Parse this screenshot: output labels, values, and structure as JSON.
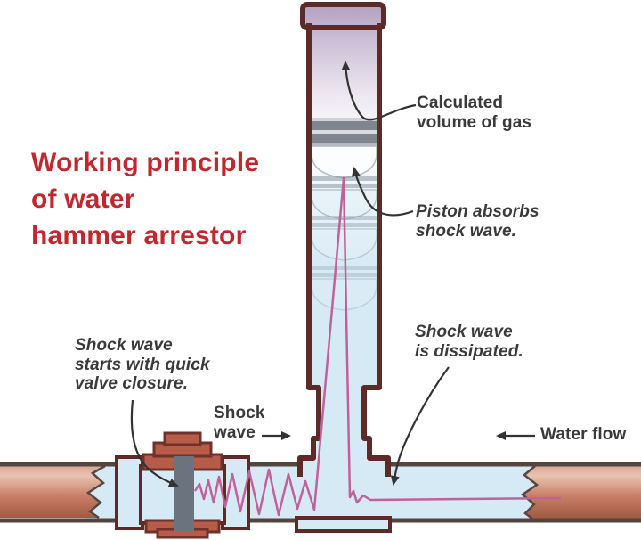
{
  "title": {
    "text": "Working principle\nof water\nhammer arrestor"
  },
  "labels": {
    "calculated_volume": "Calculated\nvolume of gas",
    "piston_absorbs": "Piston absorbs\nshock wave.",
    "shock_wave_dissipated": "Shock wave\nis dissipated.",
    "shock_wave_starts": "Shock wave\nstarts with quick\nvalve closure.",
    "shock_wave_inlet": "Shock\nwave",
    "water_flow": "Water flow"
  },
  "colors": {
    "title_red": "#c1272d",
    "label_text": "#3a3a3a",
    "outline_maroon": "#5d2a27",
    "pipe_wall_brown": "#54453f",
    "copper_light": "#e9c3b2",
    "copper_dark": "#a1563f",
    "water_blue": "#d5eaf5",
    "gas_lavender": "#b2a0c0",
    "valve_brick": "#b65c49",
    "gate_gray": "#6b737e",
    "shock_wave_pink": "#c0619c",
    "arrow_black": "#333333"
  },
  "diagram": {
    "parts": [
      "arrestor-cap",
      "gas-chamber",
      "piston",
      "ghost-piston-positions",
      "arrestor-tube",
      "tee-fitting",
      "supply-pipe",
      "gate-valve",
      "shock-wave"
    ]
  }
}
